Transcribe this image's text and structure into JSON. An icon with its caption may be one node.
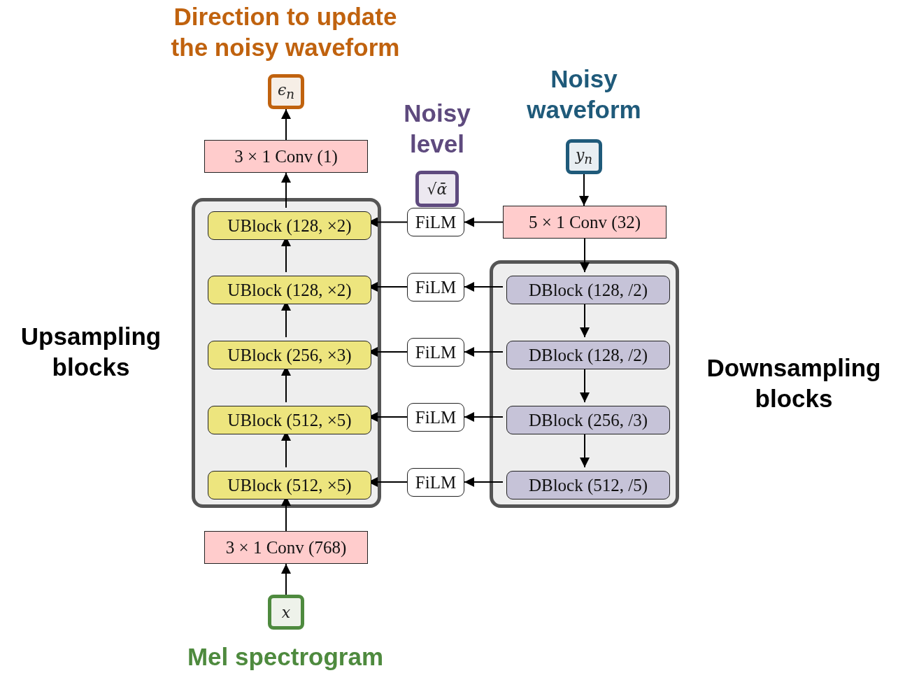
{
  "diagram": {
    "nodes": [
      {
        "text": [
          "Direction to update the noisy waveform",
          "ϵ$_{n}$"
        ]
      },
      {
        "text": [
          "3 × 1 Conv (1)"
        ]
      },
      {
        "text": [
          "Upsampling blocks"
        ]
      },
      {
        "text": [
          "UBlock (128, ×2)"
        ],
        "in": 2
      },
      {
        "text": [
          "UBlock (128, ×2)"
        ],
        "in": 2
      },
      {
        "text": [
          "UBlock (256, ×3)"
        ],
        "in": 2
      },
      {
        "text": [
          "UBlock (512, ×5)"
        ],
        "in": 2
      },
      {
        "text": [
          "UBlock (512, ×5)"
        ],
        "in": 2
      },
      {
        "text": [
          "3 × 1 Conv (768)"
        ]
      },
      {
        "text": [
          "x",
          "Mel spectrogram"
        ]
      },
      {
        "text": [
          "Noisy level",
          "√ᾱ"
        ]
      },
      {
        "text": [
          "FiLM"
        ]
      },
      {
        "text": [
          "FiLM"
        ]
      },
      {
        "text": [
          "FiLM"
        ]
      },
      {
        "text": [
          "FiLM"
        ]
      },
      {
        "text": [
          "FiLM"
        ]
      },
      {
        "text": [
          "Noisy waveform",
          "y$_{n}$"
        ]
      },
      {
        "text": [
          "5 × 1 Conv (32)"
        ]
      },
      {
        "text": [
          "Downsampling blocks"
        ]
      },
      {
        "text": [
          "DBlock (128, /2)"
        ],
        "in": 18
      },
      {
        "text": [
          "DBlock (128, /2)"
        ],
        "in": 18
      },
      {
        "text": [
          "DBlock (256, /3)"
        ],
        "in": 18
      },
      {
        "text": [
          "DBlock (512, /5)"
        ],
        "in": 18
      }
    ],
    "edges": [
      {
        "from": 9,
        "to": 8,
        "arrow": "to"
      },
      {
        "from": 8,
        "to": 7,
        "arrow": "to"
      },
      {
        "from": 7,
        "to": 6,
        "arrow": "to"
      },
      {
        "from": 6,
        "to": 5,
        "arrow": "to"
      },
      {
        "from": 5,
        "to": 4,
        "arrow": "to"
      },
      {
        "from": 4,
        "to": 3,
        "arrow": "to"
      },
      {
        "from": 3,
        "to": 1,
        "arrow": "to"
      },
      {
        "from": 1,
        "to": 0,
        "arrow": "to"
      },
      {
        "from": 16,
        "to": 17,
        "arrow": "to"
      },
      {
        "from": 17,
        "to": 11,
        "arrow": "to"
      },
      {
        "from": 11,
        "to": 3,
        "arrow": "to"
      },
      {
        "from": 17,
        "to": 19,
        "arrow": "to"
      },
      {
        "from": 19,
        "to": 20,
        "arrow": "to"
      },
      {
        "from": 20,
        "to": 21,
        "arrow": "to"
      },
      {
        "from": 21,
        "to": 22,
        "arrow": "to"
      },
      {
        "from": 19,
        "to": 12,
        "arrow": "to"
      },
      {
        "from": 12,
        "to": 4,
        "arrow": "to"
      },
      {
        "from": 20,
        "to": 13,
        "arrow": "to"
      },
      {
        "from": 13,
        "to": 5,
        "arrow": "to"
      },
      {
        "from": 21,
        "to": 14,
        "arrow": "to"
      },
      {
        "from": 14,
        "to": 6,
        "arrow": "to"
      },
      {
        "from": 22,
        "to": 15,
        "arrow": "to"
      },
      {
        "from": 15,
        "to": 7,
        "arrow": "to"
      }
    ]
  }
}
